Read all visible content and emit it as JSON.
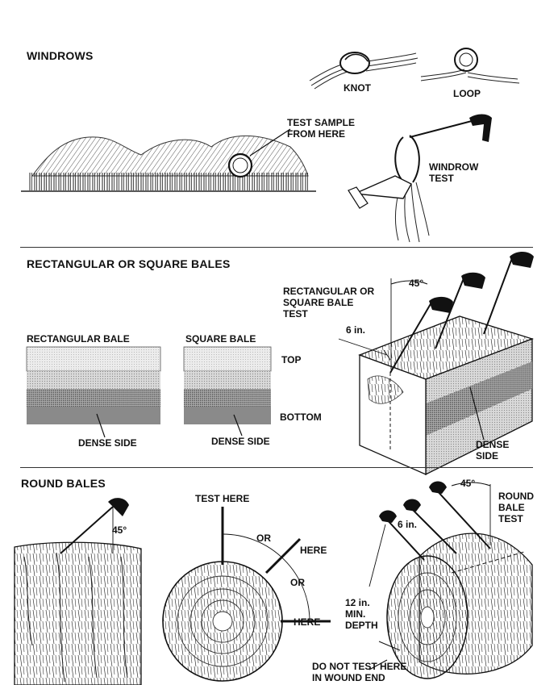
{
  "sections": {
    "windrows": {
      "heading": "WINDROWS",
      "knot_label": "KNOT",
      "loop_label": "LOOP",
      "sample_label": "TEST SAMPLE\nFROM HERE",
      "windrow_test_label": "WINDROW\nTEST"
    },
    "rectangular": {
      "heading": "RECTANGULAR OR SQUARE BALES",
      "rect_bale_label": "RECTANGULAR BALE",
      "square_bale_label": "SQUARE BALE",
      "top_label": "TOP",
      "bottom_label": "BOTTOM",
      "dense_side_1": "DENSE SIDE",
      "dense_side_2": "DENSE SIDE",
      "bale_test_label": "RECTANGULAR OR\nSQUARE BALE\nTEST",
      "six_in": "6 in.",
      "angle": "45°",
      "dense_side_3": "DENSE\nSIDE"
    },
    "round": {
      "heading": "ROUND BALES",
      "angle_left": "45°",
      "test_here": "TEST HERE",
      "or_1": "OR",
      "here_1": "HERE",
      "or_2": "OR",
      "here_2": "HERE",
      "angle_right": "45°",
      "round_bale_test": "ROUND\nBALE\nTEST",
      "six_in": "6 in.",
      "min_depth": "12 in.\nMIN.\nDEPTH",
      "do_not_test": "DO NOT TEST HERE\nIN WOUND END"
    }
  }
}
